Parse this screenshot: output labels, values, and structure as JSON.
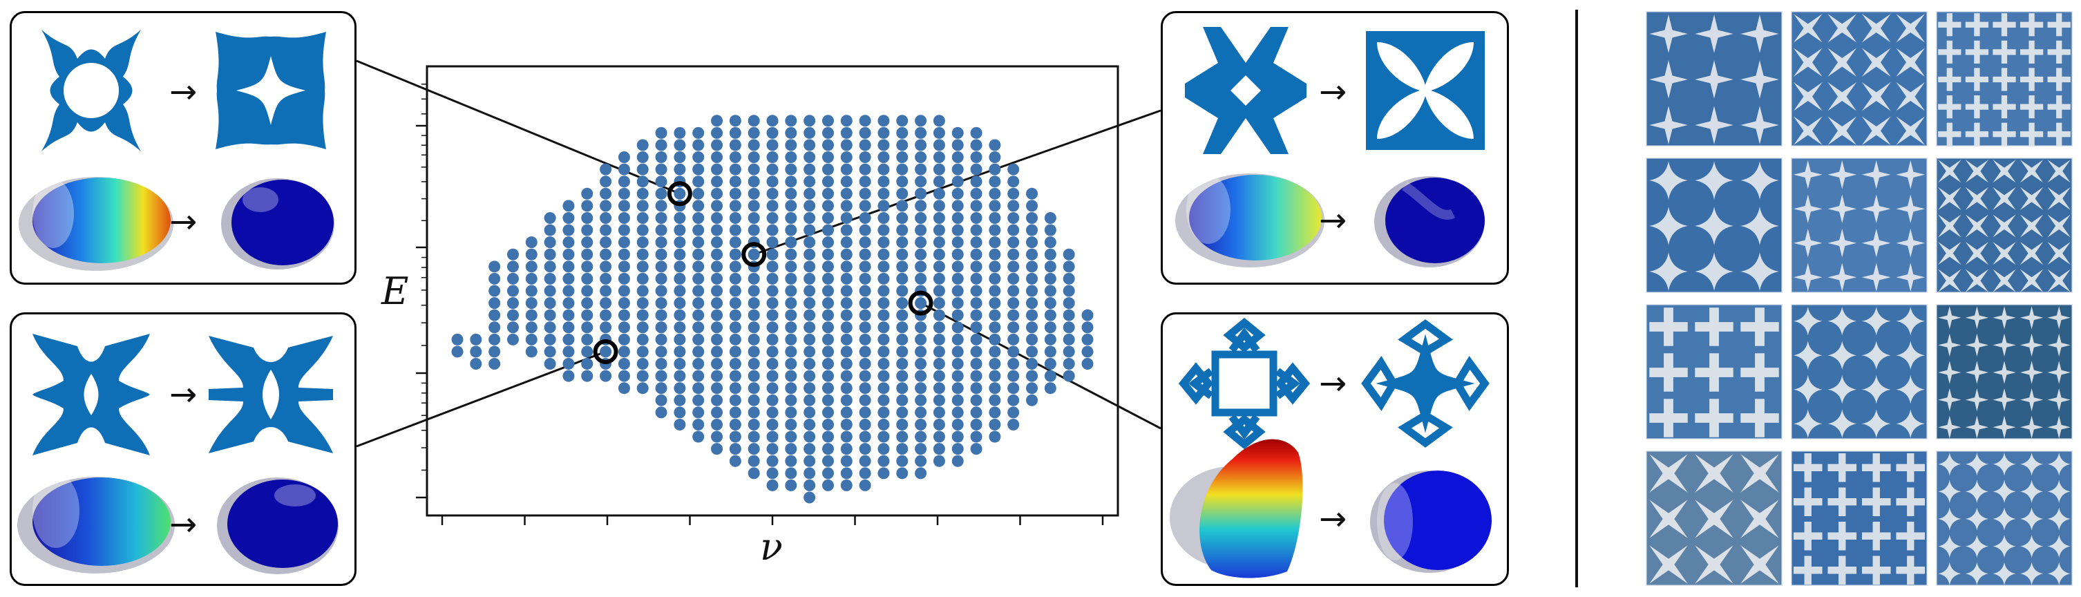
{
  "chart_data": {
    "type": "scatter",
    "title": "",
    "xlabel": "ν",
    "ylabel": "E",
    "y_scale": "log",
    "grid": false,
    "legend": "none",
    "point_color": "#3f73ad",
    "highlight_color": "#000000",
    "x_ticks": [
      "",
      "",
      "",
      "",
      "",
      "",
      "",
      "",
      ""
    ],
    "y_ticks": [
      "",
      "",
      "",
      ""
    ],
    "x_range": [
      0,
      17
    ],
    "y_range": [
      0,
      34
    ],
    "series": [
      {
        "columns": [
          {
            "x": 0,
            "y_min": 12,
            "y_max": 13
          },
          {
            "x": 0.5,
            "y_min": 11,
            "y_max": 13
          },
          {
            "x": 1,
            "y_min": 11,
            "y_max": 19
          },
          {
            "x": 1.5,
            "y_min": 13,
            "y_max": 20
          },
          {
            "x": 2,
            "y_min": 12,
            "y_max": 21
          },
          {
            "x": 2.5,
            "y_min": 11,
            "y_max": 23
          },
          {
            "x": 3,
            "y_min": 10,
            "y_max": 24
          },
          {
            "x": 3.5,
            "y_min": 10,
            "y_max": 25
          },
          {
            "x": 4,
            "y_min": 10,
            "y_max": 27
          },
          {
            "x": 4.5,
            "y_min": 9,
            "y_max": 28
          },
          {
            "x": 5,
            "y_min": 9,
            "y_max": 29
          },
          {
            "x": 5.5,
            "y_min": 7,
            "y_max": 30
          },
          {
            "x": 6,
            "y_min": 6,
            "y_max": 30
          },
          {
            "x": 6.5,
            "y_min": 5,
            "y_max": 30
          },
          {
            "x": 7,
            "y_min": 4,
            "y_max": 31
          },
          {
            "x": 7.5,
            "y_min": 3,
            "y_max": 31
          },
          {
            "x": 8,
            "y_min": 2,
            "y_max": 31
          },
          {
            "x": 8.5,
            "y_min": 1,
            "y_max": 31
          },
          {
            "x": 9,
            "y_min": 1,
            "y_max": 31
          },
          {
            "x": 9.5,
            "y_min": 0,
            "y_max": 31
          },
          {
            "x": 10,
            "y_min": 1,
            "y_max": 31
          },
          {
            "x": 10.5,
            "y_min": 1,
            "y_max": 31
          },
          {
            "x": 11,
            "y_min": 1,
            "y_max": 31
          },
          {
            "x": 11.5,
            "y_min": 2,
            "y_max": 31
          },
          {
            "x": 12,
            "y_min": 2,
            "y_max": 31
          },
          {
            "x": 12.5,
            "y_min": 2,
            "y_max": 31
          },
          {
            "x": 13,
            "y_min": 3,
            "y_max": 31
          },
          {
            "x": 13.5,
            "y_min": 3,
            "y_max": 30
          },
          {
            "x": 14,
            "y_min": 4,
            "y_max": 30
          },
          {
            "x": 14.5,
            "y_min": 5,
            "y_max": 29
          },
          {
            "x": 15,
            "y_min": 6,
            "y_max": 27
          },
          {
            "x": 15.5,
            "y_min": 8,
            "y_max": 25
          },
          {
            "x": 16,
            "y_min": 9,
            "y_max": 23
          },
          {
            "x": 16.5,
            "y_min": 10,
            "y_max": 20
          },
          {
            "x": 17,
            "y_min": 11,
            "y_max": 15
          }
        ]
      }
    ],
    "highlighted_points": [
      {
        "x": 6,
        "y": 25
      },
      {
        "x": 8,
        "y": 20
      },
      {
        "x": 4,
        "y": 12
      },
      {
        "x": 12.5,
        "y": 16
      }
    ]
  },
  "insets": [
    {
      "id": "top-left",
      "before_shape": "rotated-cross-with-curved-arms",
      "after_shape": "four-point-star-with-wide-arms",
      "before_color": "gradient-blue-to-orange",
      "after_color": "dark-blue",
      "arrow": "→",
      "linked_point": 0
    },
    {
      "id": "bottom-left",
      "before_shape": "hourglass-cross",
      "after_shape": "hourglass-cross-extended",
      "before_color": "gradient-blue-to-green",
      "after_color": "dark-blue",
      "arrow": "→",
      "linked_point": 2
    },
    {
      "id": "top-right",
      "before_shape": "x-shaped-bowtie",
      "after_shape": "four-petal-square",
      "before_color": "gradient-blue-to-yellow",
      "after_color": "dark-blue",
      "arrow": "→",
      "linked_point": 1
    },
    {
      "id": "bottom-right",
      "before_shape": "square-with-diamond-lobes",
      "after_shape": "star-with-diamond-lobes",
      "before_color": "gradient-blue-to-red",
      "after_color": "dark-blue",
      "arrow": "→",
      "linked_point": 3
    }
  ],
  "tiles": [
    {
      "row": 0,
      "col": 0,
      "pattern": "star-lattice",
      "tone": "#3c6fa6"
    },
    {
      "row": 0,
      "col": 1,
      "pattern": "four-pointed-stars",
      "tone": "#3f73ad"
    },
    {
      "row": 0,
      "col": 2,
      "pattern": "fine-lace",
      "tone": "#4778b0"
    },
    {
      "row": 1,
      "col": 0,
      "pattern": "rounded-crosses",
      "tone": "#3a6ea8"
    },
    {
      "row": 1,
      "col": 1,
      "pattern": "dense-stars",
      "tone": "#4a7bb3"
    },
    {
      "row": 1,
      "col": 2,
      "pattern": "bowtie-crosses",
      "tone": "#3a6ca2"
    },
    {
      "row": 2,
      "col": 0,
      "pattern": "circles-and-crosses",
      "tone": "#4678b0"
    },
    {
      "row": 2,
      "col": 1,
      "pattern": "clover-crosses",
      "tone": "#3d71aa"
    },
    {
      "row": 2,
      "col": 2,
      "pattern": "petal-lattice",
      "tone": "#2f5f86"
    },
    {
      "row": 3,
      "col": 0,
      "pattern": "square-grid",
      "tone": "#5d82a8"
    },
    {
      "row": 3,
      "col": 1,
      "pattern": "dense-crosses",
      "tone": "#3b6fab"
    },
    {
      "row": 3,
      "col": 2,
      "pattern": "star-polygons",
      "tone": "#4777ad"
    }
  ]
}
